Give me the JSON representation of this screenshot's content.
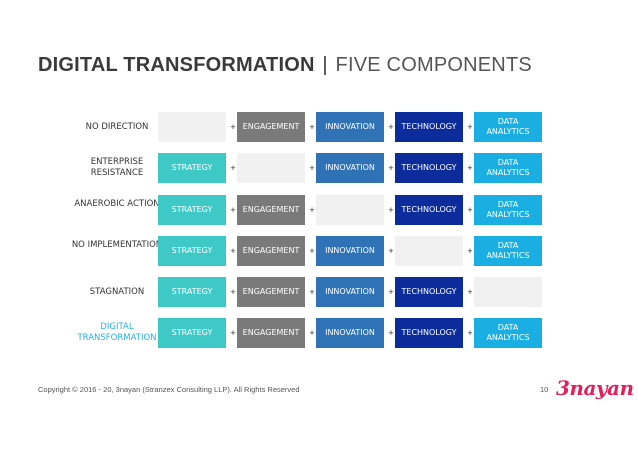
{
  "title": {
    "main": "DIGITAL TRANSFORMATION",
    "separator": "|",
    "sub": "FIVE COMPONENTS"
  },
  "components": [
    {
      "key": "strategy",
      "label": "STRATEGY",
      "color": "#3ec9c7"
    },
    {
      "key": "engagement",
      "label": "ENGAGEMENT",
      "color": "#7a7a7a"
    },
    {
      "key": "innovation",
      "label": "INNOVATION",
      "color": "#2f72b6"
    },
    {
      "key": "technology",
      "label": "TECHNOLOGY",
      "color": "#0b2c9a"
    },
    {
      "key": "data",
      "label": "DATA ANALYTICS",
      "color": "#1aaee3"
    }
  ],
  "empty_color": "#f1f1f1",
  "highlight_color": "#2ab0e0",
  "plus": "+",
  "rows": [
    {
      "label": "NO DIRECTION",
      "present": [
        false,
        true,
        true,
        true,
        true
      ],
      "highlight": false
    },
    {
      "label": "ENTERPRISE RESISTANCE",
      "present": [
        true,
        false,
        true,
        true,
        true
      ],
      "highlight": false
    },
    {
      "label": "ANAEROBIC ACTION",
      "present": [
        true,
        true,
        false,
        true,
        true
      ],
      "highlight": false
    },
    {
      "label": "NO IMPLEMENTATION",
      "present": [
        true,
        true,
        true,
        false,
        true
      ],
      "highlight": false
    },
    {
      "label": "STAGNATION",
      "present": [
        true,
        true,
        true,
        true,
        false
      ],
      "highlight": false
    },
    {
      "label": "DIGITAL TRANSFORMATION",
      "present": [
        true,
        true,
        true,
        true,
        true
      ],
      "highlight": true
    }
  ],
  "footer": {
    "copyright": "Copyright © 2016 - 20, 3nayan (Stranzex Consulting LLP). All Rights Reserved",
    "page": "10"
  },
  "logo": {
    "text": "3nayan"
  }
}
